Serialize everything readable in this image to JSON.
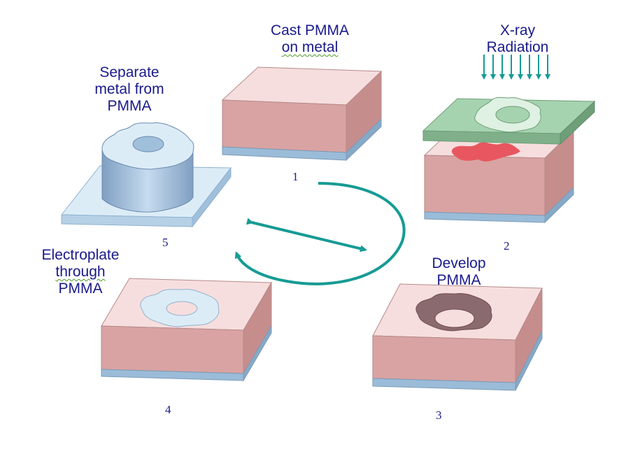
{
  "steps": [
    {
      "number": "1",
      "label_lines": [
        "Cast PMMA",
        "on metal"
      ]
    },
    {
      "number": "2",
      "label_lines": [
        "X-ray",
        "Radiation"
      ]
    },
    {
      "number": "3",
      "label_lines": [
        "Develop",
        "PMMA"
      ]
    },
    {
      "number": "4",
      "label_lines": [
        "Electroplate",
        "through",
        "PMMA"
      ]
    },
    {
      "number": "5",
      "label_lines": [
        "Separate",
        "metal from",
        "PMMA"
      ]
    }
  ],
  "colors": {
    "label_text": "#1a1a8c",
    "pmma_top": "#f7dede",
    "pmma_front": "#d8a0a0",
    "pmma_side": "#c58c8c",
    "metal_base": "#9bbcd8",
    "mask": "#9fcfaa",
    "exposed_region": "#e8575f",
    "plated_metal": "#dcecf7",
    "arrows": "#169b94"
  }
}
